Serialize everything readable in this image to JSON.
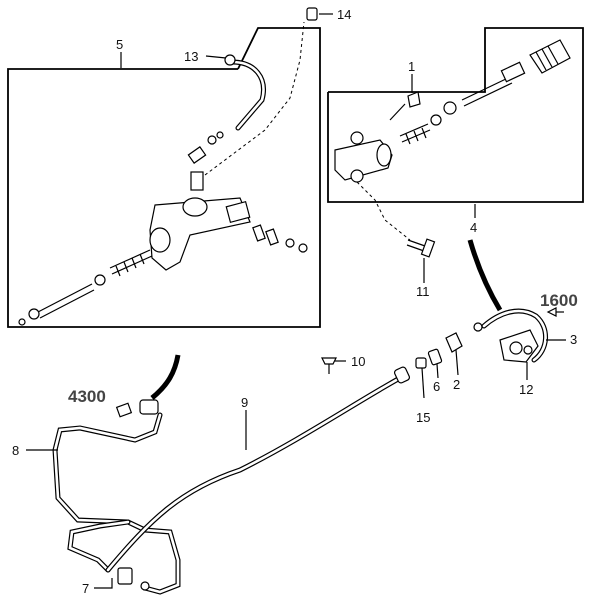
{
  "callouts": [
    "1",
    "2",
    "3",
    "4",
    "5",
    "6",
    "7",
    "8",
    "9",
    "10",
    "11",
    "12",
    "13",
    "14",
    "15"
  ],
  "group_refs": [
    "1600",
    "4300"
  ]
}
